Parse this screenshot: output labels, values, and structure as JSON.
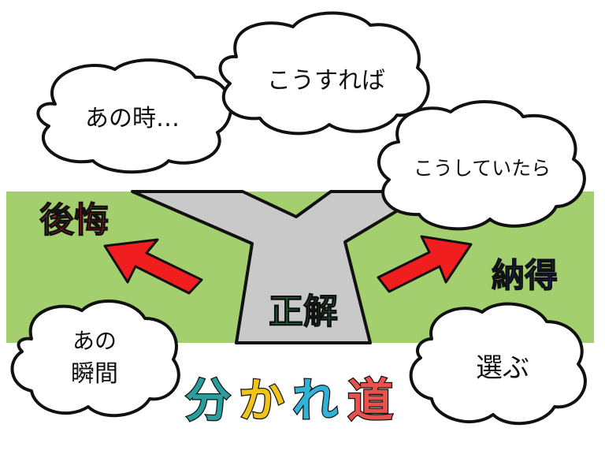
{
  "bubbles": {
    "ano_toki": "あの時…",
    "kou_sureba": "こうすれば",
    "kou_shiteitara": "こうしていたら",
    "ano_line1": "あの",
    "ano_line2": "瞬間",
    "erabu": "選ぶ"
  },
  "labels": {
    "regret": "後悔",
    "acceptance": "納得",
    "correct_answer": "正解"
  },
  "title": {
    "chars": [
      "分",
      "か",
      "れ",
      "道"
    ]
  },
  "colors": {
    "grass": "#a3cf6e",
    "road": "#c9c9c9",
    "arrow": "#f01e1e",
    "regret_text": "#e02020",
    "acceptance_text": "#2a2f8f",
    "correct_text": "#2e9e55",
    "title_1": "#2a9d9f",
    "title_2": "#f0c419",
    "title_3": "#2fb4d8",
    "title_4": "#e8524a"
  }
}
